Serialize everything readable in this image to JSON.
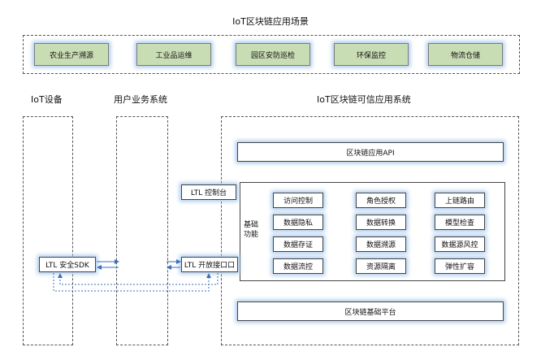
{
  "top_title": "IoT区块链应用场景",
  "scenes": [
    "农业生产溯源",
    "工业品运维",
    "园区安防巡检",
    "环保监控",
    "物流仓储"
  ],
  "columns": {
    "iot_device": "IoT设备",
    "user_system": "用户业务系统",
    "trusted_system": "IoT区块链可信应用系统"
  },
  "sdk_label": "LTL 安全SDK",
  "console_label": "LTL 控制台",
  "open_api_label": "LTL 开放接口口",
  "api_label": "区块链应用API",
  "basic_func_label": "基础\n功能",
  "functions": [
    [
      "访问控制",
      "角色授权",
      "上链路由"
    ],
    [
      "数据隐私",
      "数据转换",
      "模型检查"
    ],
    [
      "数据存证",
      "数据溯源",
      "数据源风控"
    ],
    [
      "数据流控",
      "资源隔离",
      "弹性扩容"
    ]
  ],
  "platform_label": "区块链基础平台",
  "colors": {
    "scene_fill": "#c9ddb5",
    "glow": "#a9c9ec",
    "arrow": "#3a6fc4"
  }
}
